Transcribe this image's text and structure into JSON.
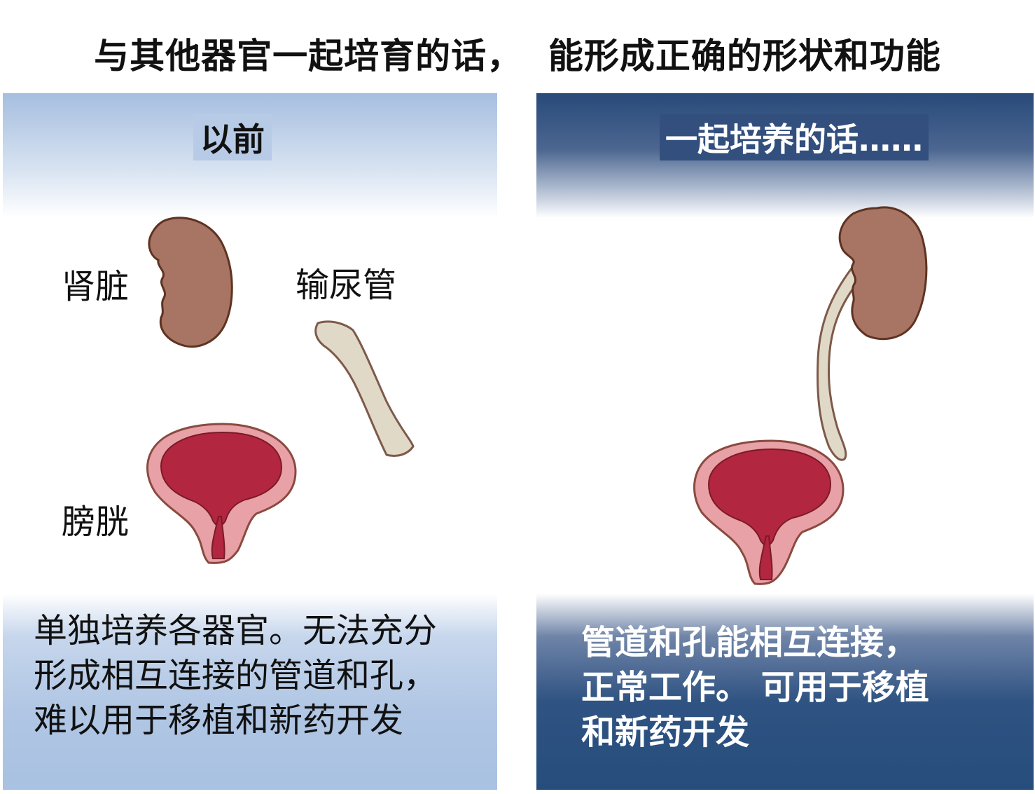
{
  "title": "与其他器官一起培育的话，  能形成正确的形状和功能",
  "left_panel": {
    "heading": "以前",
    "labels": {
      "kidney": "肾脏",
      "ureter": "输尿管",
      "bladder": "膀胱"
    },
    "description": [
      "单独培养各器官。无法充分",
      "形成相互连接的管道和孔，",
      "难以用于移植和新药开发"
    ]
  },
  "right_panel": {
    "heading": "一起培养的话……",
    "description": [
      "管道和孔能相互连接，",
      "正常工作。 可用于移植",
      "和新药开发"
    ]
  },
  "colors": {
    "kidney": "#a87463",
    "kidney_outline": "#5e3322",
    "ureter": "#e1d9c8",
    "bladder_outer": "#e8a1a6",
    "bladder_inner": "#b3263f",
    "light_blue": "#a9c1e2",
    "dark_blue": "#264d7c"
  }
}
